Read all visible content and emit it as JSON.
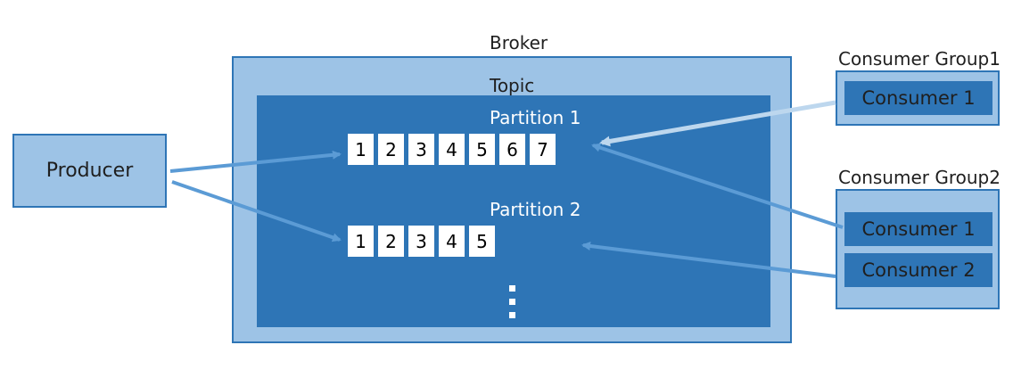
{
  "broker": {
    "label": "Broker"
  },
  "topic": {
    "label": "Topic"
  },
  "producer": {
    "label": "Producer"
  },
  "partitions": [
    {
      "label": "Partition 1",
      "offsets": [
        "1",
        "2",
        "3",
        "4",
        "5",
        "6",
        "7"
      ]
    },
    {
      "label": "Partition 2",
      "offsets": [
        "1",
        "2",
        "3",
        "4",
        "5"
      ]
    }
  ],
  "consumer_groups": [
    {
      "label": "Consumer Group1",
      "consumers": [
        "Consumer 1"
      ]
    },
    {
      "label": "Consumer Group2",
      "consumers": [
        "Consumer 1",
        "Consumer 2"
      ]
    }
  ],
  "colors": {
    "light_blue": "#9dc3e6",
    "dark_blue": "#2e75b6",
    "arrow_blue": "#5b9bd5",
    "arrow_faded": "#bdd7ee"
  }
}
